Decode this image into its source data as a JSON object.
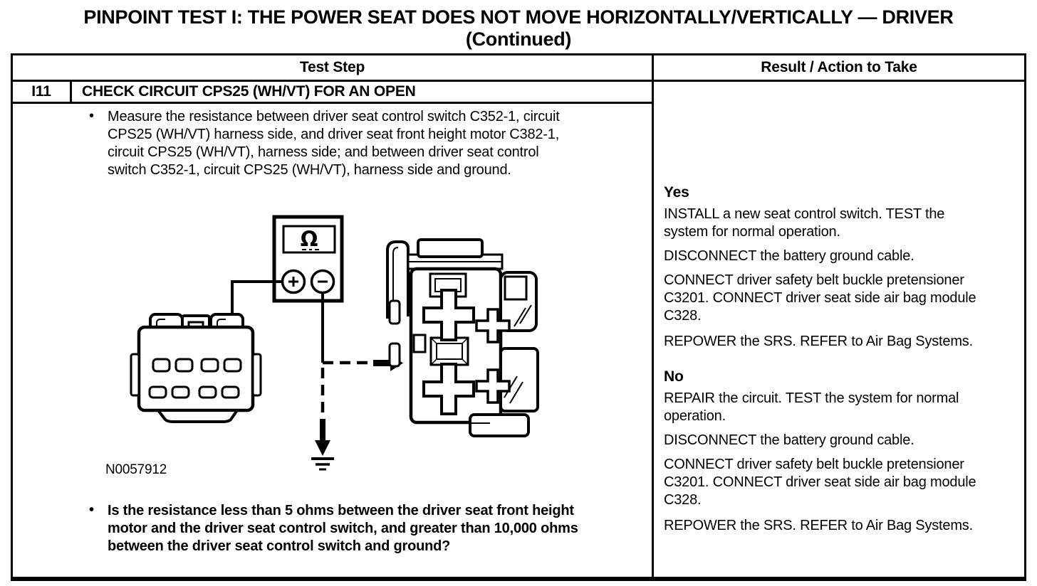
{
  "page_title": {
    "line1": "PINPOINT TEST I: THE POWER SEAT DOES NOT MOVE HORIZONTALLY/VERTICALLY — DRIVER",
    "line2": "(Continued)"
  },
  "table": {
    "header": {
      "test_step": "Test Step",
      "result_action": "Result / Action to Take"
    },
    "step": {
      "id": "I11",
      "name": "CHECK CIRCUIT CPS25 (WH/VT) FOR AN OPEN",
      "instruction": "Measure the resistance between driver seat control switch C352-1, circuit CPS25 (WH/VT) harness side, and driver seat front height motor C382-1, circuit CPS25 (WH/VT), harness side; and between driver seat control switch C352-1, circuit CPS25 (WH/VT), harness side and ground.",
      "question": "Is the resistance less than 5 ohms between the driver seat front height motor and the driver seat control switch, and greater than 10,000 ohms between the driver seat control switch and ground?",
      "figure": {
        "label": "N0057912",
        "ohm_symbol": "Ω",
        "plus_symbol": "+",
        "minus_symbol": "−"
      },
      "results": {
        "yes": {
          "label": "Yes",
          "actions": [
            "INSTALL a new seat control switch. TEST the system for normal operation.",
            "DISCONNECT the battery ground cable.",
            "CONNECT driver safety belt buckle pretensioner C3201. CONNECT driver seat side air bag module C328.",
            "REPOWER the SRS. REFER to Air Bag Systems."
          ]
        },
        "no": {
          "label": "No",
          "actions": [
            "REPAIR the circuit. TEST the system for normal operation.",
            "DISCONNECT the battery ground cable.",
            "CONNECT driver safety belt buckle pretensioner C3201. CONNECT driver seat side air bag module C328.",
            "REPOWER the SRS. REFER to Air Bag Systems."
          ]
        }
      }
    }
  }
}
